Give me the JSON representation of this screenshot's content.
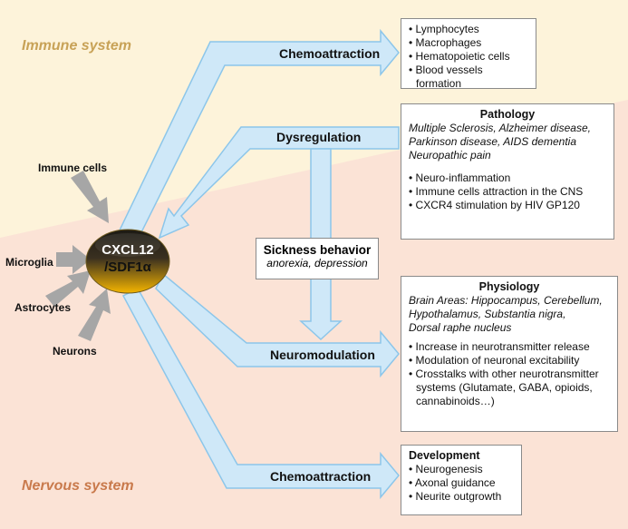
{
  "regions": {
    "immune": "Immune system",
    "nervous": "Nervous system"
  },
  "center_node": {
    "line1": "CXCL12",
    "line2": "/SDF1α"
  },
  "sources": [
    "Immune cells",
    "Microglia",
    "Astrocytes",
    "Neurons"
  ],
  "flows": {
    "chemoattraction_top": "Chemoattraction",
    "dysregulation": "Dysregulation",
    "neuromodulation": "Neuromodulation",
    "chemoattraction_bottom": "Chemoattraction"
  },
  "sickness": {
    "title": "Sickness behavior",
    "subtitle": "anorexia, depression"
  },
  "boxes": {
    "immune_targets": {
      "items": [
        "Lymphocytes",
        "Macrophages",
        "Hematopoietic cells",
        "Blood vessels formation"
      ]
    },
    "pathology": {
      "title": "Pathology",
      "diseases": [
        "Multiple Sclerosis, Alzheimer disease,",
        "Parkinson disease, AIDS dementia",
        "Neuropathic pain"
      ],
      "items": [
        "Neuro-inflammation",
        "Immune cells attraction in the CNS",
        "CXCR4 stimulation by HIV GP120"
      ]
    },
    "physiology": {
      "title": "Physiology",
      "areas": [
        "Brain Areas: Hippocampus, Cerebellum,",
        "Hypothalamus, Substantia nigra,",
        "Dorsal raphe nucleus"
      ],
      "items": [
        "Increase in neurotransmitter release",
        "Modulation of neuronal excitability",
        "Crosstalks with other neurotransmitter systems (Glutamate, GABA, opioids, cannabinoids…)"
      ]
    },
    "development": {
      "title": "Development",
      "items": [
        "Neurogenesis",
        "Axonal guidance",
        "Neurite outgrowth"
      ]
    }
  },
  "colors": {
    "immune_bg": "#fdf3da",
    "nervous_bg": "#fbe3d6",
    "arrow_fill": "#cfe8f8",
    "arrow_stroke": "#8cc6ea",
    "gray_arrow": "#a6a6a6",
    "immune_text": "#c8a257",
    "nervous_text": "#c97a4c",
    "node_top": "#2a2418",
    "node_bottom": "#f3b400"
  }
}
